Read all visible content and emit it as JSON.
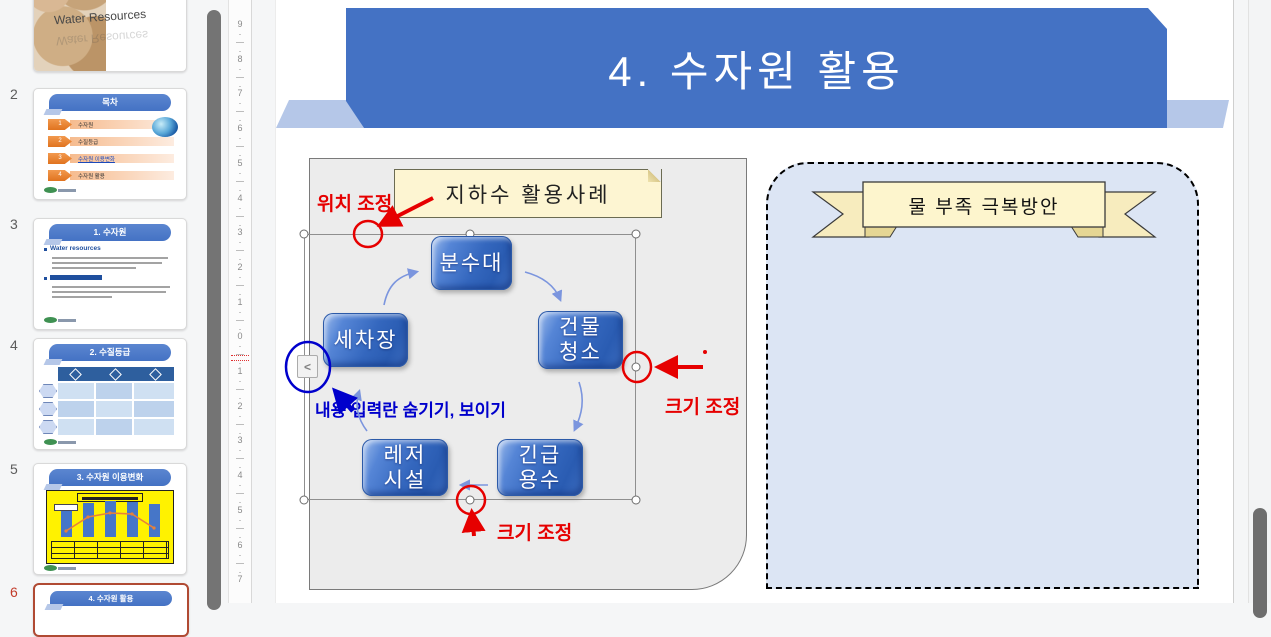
{
  "panel": {
    "slides": [
      {
        "title_text": "Water Resources"
      },
      {
        "number": "2",
        "banner": "목차",
        "items": [
          {
            "num": "1",
            "label": "수자원"
          },
          {
            "num": "2",
            "label": "수질등급"
          },
          {
            "num": "3",
            "label": "수자원 이용변화",
            "link": true
          },
          {
            "num": "4",
            "label": "수자원 활용"
          }
        ]
      },
      {
        "number": "3",
        "banner": "1. 수자원",
        "heading": "Water resources"
      },
      {
        "number": "4",
        "banner": "2. 수질등급"
      },
      {
        "number": "5",
        "banner": "3. 수자원 이용변화"
      },
      {
        "number": "6",
        "banner": "4. 수자원 활용",
        "selected": true
      }
    ]
  },
  "ruler": {
    "labels": [
      "9",
      "8",
      "7",
      "6",
      "5",
      "4",
      "3",
      "2",
      "1",
      "0",
      "1",
      "2",
      "3",
      "4",
      "5",
      "6",
      "7"
    ]
  },
  "slide": {
    "title": "4. 수자원 활용",
    "note": "지하수 활용사례",
    "nodes": [
      {
        "name": "fountain",
        "lines": [
          "분수대"
        ]
      },
      {
        "name": "car-wash",
        "lines": [
          "세차장"
        ]
      },
      {
        "name": "building-cleaning",
        "lines": [
          "건물",
          "청소"
        ]
      },
      {
        "name": "leisure-facility",
        "lines": [
          "레저",
          "시설"
        ]
      },
      {
        "name": "emergency-water",
        "lines": [
          "긴급",
          "용수"
        ]
      }
    ],
    "ribbon": "물 부족 극복방안"
  },
  "annotations": {
    "position_adjust": "위치 조정",
    "size_adjust_right": "크기 조정",
    "size_adjust_bottom": "크기 조정",
    "content_toggle": "내용 입력란 숨기기, 보이기"
  },
  "ui": {
    "collapse_glyph": "<"
  },
  "colors": {
    "title_blue": "#4472c4",
    "accent_light_blue": "#b5c7e8",
    "node_blue": "#3566bd",
    "annotation_red": "#e60000",
    "annotation_blue": "#0000cc",
    "note_yellow": "#fdf5d2",
    "ribbon_yellow": "#fdf5cd",
    "panel_fill": "#dce5f4",
    "content_panel_gray": "#ececec"
  }
}
